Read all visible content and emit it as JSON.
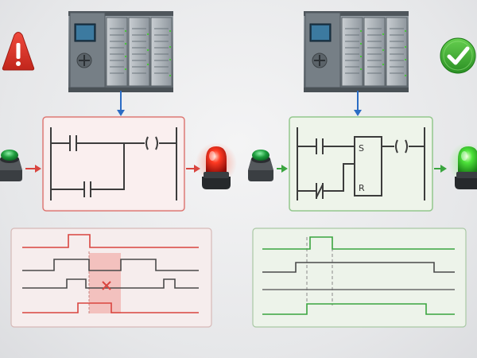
{
  "left_panel": {
    "status": "error",
    "status_icon": "warning-triangle-icon",
    "accent": "#d9453f",
    "panel_bg": "#f7e8e8",
    "highlight": "#f2b1ad"
  },
  "right_panel": {
    "status": "ok",
    "status_icon": "checkmark-circle-icon",
    "accent": "#3aa53f",
    "panel_bg": "#eef4ea",
    "latch_labels": {
      "set": "S",
      "reset": "R"
    }
  },
  "colors": {
    "plc_body": "#7d868e",
    "wire_dark": "#3c3c3c",
    "arrow_blue": "#2b6cc4",
    "lamp_red": "#e0241b",
    "lamp_green": "#3ccd2f",
    "button_green": "#1d9c3c"
  }
}
